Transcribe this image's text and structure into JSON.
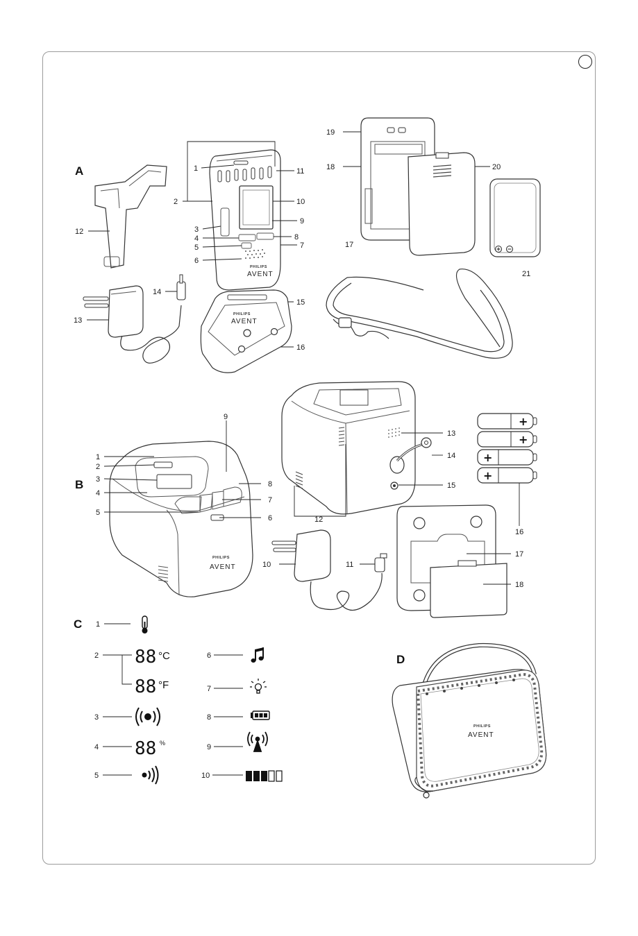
{
  "sections": {
    "A": "A",
    "B": "B",
    "C": "C",
    "D": "D"
  },
  "brand": {
    "top": "PHILIPS",
    "bottom": "AVENT"
  },
  "A": {
    "n1": "1",
    "n2": "2",
    "n3": "3",
    "n4": "4",
    "n5": "5",
    "n6": "6",
    "n7": "7",
    "n8": "8",
    "n9": "9",
    "n10": "10",
    "n11": "11",
    "n12": "12",
    "n13": "13",
    "n14": "14",
    "n15": "15",
    "n16": "16",
    "n17": "17",
    "n18": "18",
    "n19": "19",
    "n20": "20",
    "n21": "21"
  },
  "B": {
    "n1": "1",
    "n2": "2",
    "n3": "3",
    "n4": "4",
    "n5": "5",
    "n6": "6",
    "n7": "7",
    "n8": "8",
    "n9": "9",
    "n10": "10",
    "n11": "11",
    "n12": "12",
    "n13": "13",
    "n14": "14",
    "n15": "15",
    "n16": "16",
    "n17": "17",
    "n18": "18"
  },
  "C": {
    "n1": "1",
    "n2": "2",
    "n3": "3",
    "n4": "4",
    "n5": "5",
    "n6": "6",
    "n7": "7",
    "n8": "8",
    "n9": "9",
    "n10": "10",
    "digits": "88",
    "unit_c": "°C",
    "unit_f": "°F",
    "unit_pct": "%",
    "battery_level": 0.6
  },
  "icons": {
    "thermometer": "thermometer-icon",
    "sound_level": "sound-level-icon",
    "sound_small": "sound-small-icon",
    "music_note": "music-note-icon",
    "night_light": "night-light-icon",
    "battery": "battery-icon",
    "link": "link-icon",
    "signal_bars": "signal-bars-icon"
  }
}
